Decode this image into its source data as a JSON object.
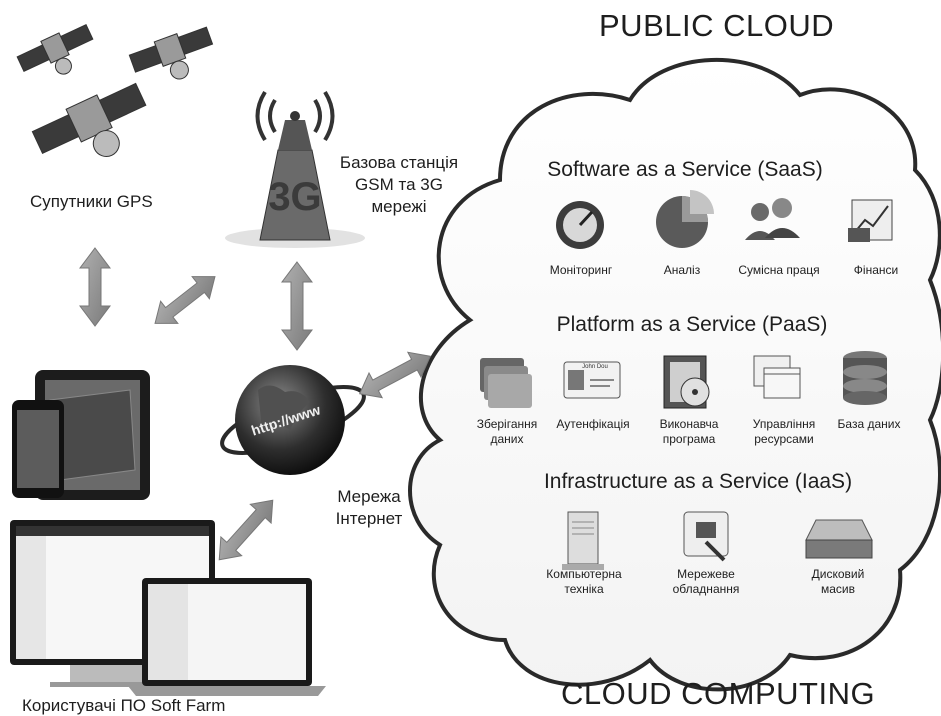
{
  "public_cloud_title": "PUBLIC CLOUD",
  "cloud_computing_title": "CLOUD COMPUTING",
  "satellites_label": "Супутники GPS",
  "base_station": {
    "line1": "Базова станція",
    "line2": "GSM та 3G",
    "line3": "мережі",
    "badge": "3G"
  },
  "internet": {
    "line1": "Мережа",
    "line2": "Інтернет",
    "globe_text": "http://www"
  },
  "users_label": "Користувачі ПО Soft Farm",
  "saas": {
    "title": "Software as a Service (SaaS)",
    "items": [
      {
        "label": "Моніторинг",
        "icon": "gauge-icon"
      },
      {
        "label": "Аналіз",
        "icon": "pie-chart-icon"
      },
      {
        "label": "Сумісна праця",
        "icon": "people-icon"
      },
      {
        "label": "Фінанси",
        "icon": "finance-icon"
      }
    ]
  },
  "paas": {
    "title": "Platform as a Service (PaaS)",
    "items": [
      {
        "label_line1": "Зберігання",
        "label_line2": "даних",
        "icon": "folders-icon"
      },
      {
        "label_line1": "Аутенфікація",
        "label_line2": "",
        "icon": "id-card-icon",
        "card_name": "John Dou"
      },
      {
        "label_line1": "Виконавча",
        "label_line2": "програма",
        "icon": "software-box-icon"
      },
      {
        "label_line1": "Управління",
        "label_line2": "ресурсами",
        "icon": "windows-icon"
      },
      {
        "label_line1": "База даних",
        "label_line2": "",
        "icon": "database-icon"
      }
    ]
  },
  "iaas": {
    "title": "Infrastructure as a Service (IaaS)",
    "items": [
      {
        "label_line1": "Компьютерна",
        "label_line2": "техніка",
        "icon": "server-icon"
      },
      {
        "label_line1": "Мережеве",
        "label_line2": "обладнання",
        "icon": "network-socket-icon"
      },
      {
        "label_line1": "Дисковий",
        "label_line2": "масив",
        "icon": "hard-drive-icon"
      }
    ]
  }
}
